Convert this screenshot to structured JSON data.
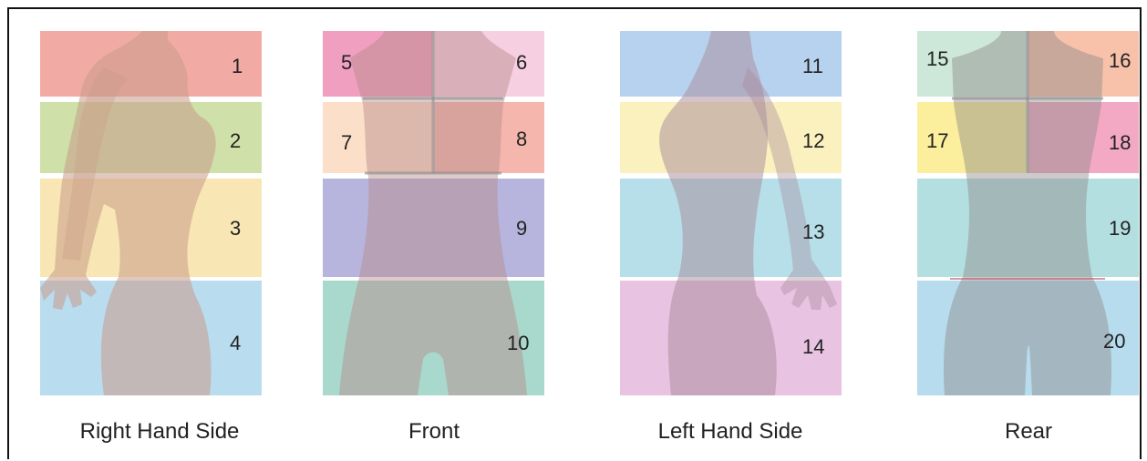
{
  "views": [
    {
      "caption": "Right Hand Side",
      "zones": [
        {
          "label": "1",
          "color": "#f2aaa5"
        },
        {
          "label": "2",
          "color": "#cfe0a8"
        },
        {
          "label": "3",
          "color": "#f8e6b4"
        },
        {
          "label": "4",
          "color": "#b9dcef"
        }
      ]
    },
    {
      "caption": "Front",
      "zones": [
        {
          "label": "5",
          "color": "#f09fc0"
        },
        {
          "label": "6",
          "color": "#f6cfe0"
        },
        {
          "label": "7",
          "color": "#fbdfc8"
        },
        {
          "label": "8",
          "color": "#f5b6ae"
        },
        {
          "label": "9",
          "color": "#b7b5dd"
        },
        {
          "label": "10",
          "color": "#a9d9cc"
        }
      ]
    },
    {
      "caption": "Left Hand Side",
      "zones": [
        {
          "label": "11",
          "color": "#b7d2ee"
        },
        {
          "label": "12",
          "color": "#fbf1bf"
        },
        {
          "label": "13",
          "color": "#b6dfe9"
        },
        {
          "label": "14",
          "color": "#e9c3e2"
        }
      ]
    },
    {
      "caption": "Rear",
      "zones": [
        {
          "label": "15",
          "color": "#cde8d8"
        },
        {
          "label": "16",
          "color": "#f8c2aa"
        },
        {
          "label": "17",
          "color": "#fbee9c"
        },
        {
          "label": "18",
          "color": "#f3a8c4"
        },
        {
          "label": "19",
          "color": "#b4dfe0"
        },
        {
          "label": "20",
          "color": "#b6dced"
        }
      ]
    }
  ]
}
